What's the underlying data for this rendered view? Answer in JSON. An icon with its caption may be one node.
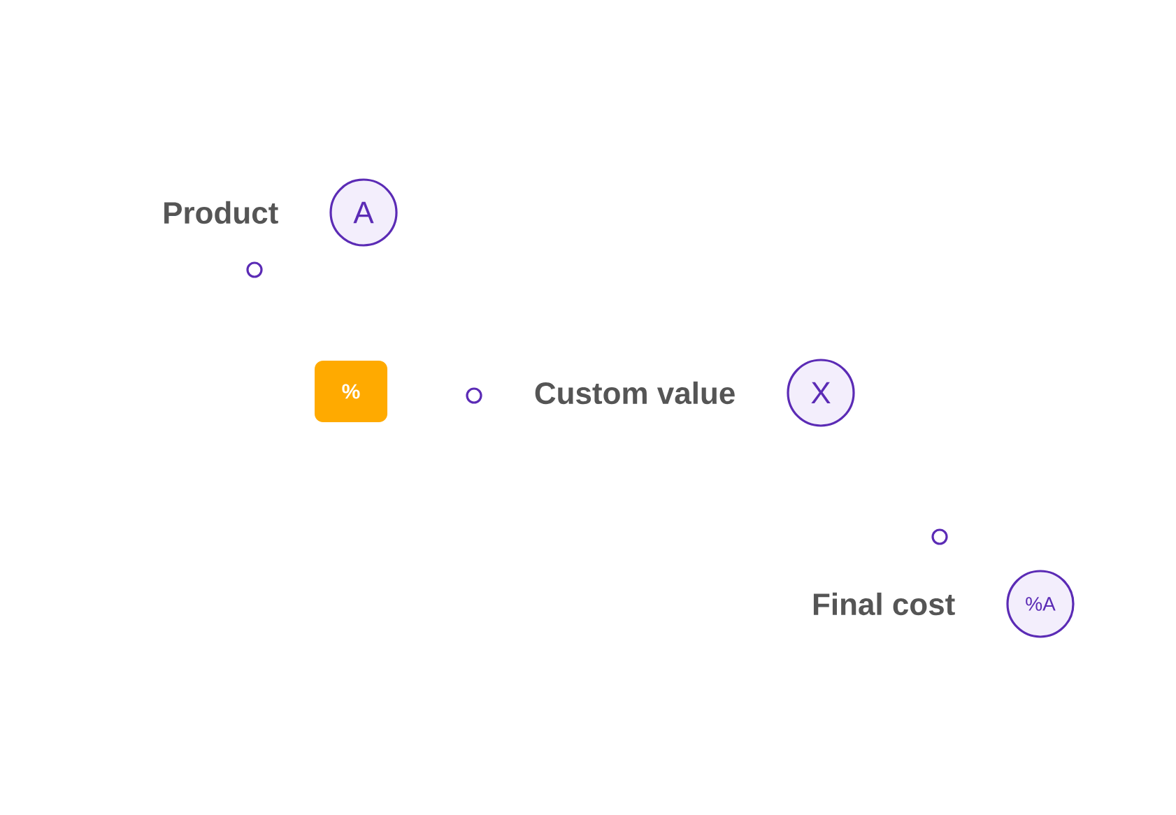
{
  "diagram": {
    "nodes": [
      {
        "text": [
          "A"
        ],
        "beside": [
          "Product"
        ]
      },
      {
        "text": [],
        "shape": "circle"
      },
      {
        "text": [
          "%"
        ]
      },
      {
        "text": [],
        "shape": "circle"
      },
      {
        "text": [
          "X"
        ],
        "beside": [
          "Custom value"
        ]
      },
      {
        "text": [],
        "shape": "circle"
      },
      {
        "text": [
          "%A"
        ],
        "beside": [
          "Final cost"
        ]
      }
    ]
  }
}
